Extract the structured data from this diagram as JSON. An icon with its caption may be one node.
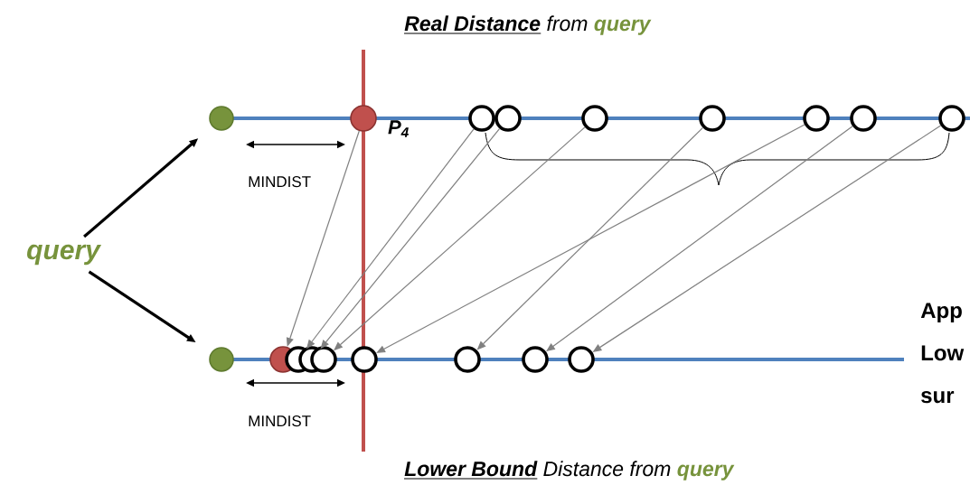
{
  "diagram": {
    "nodes": [
      {
        "text": [
          "query"
        ]
      },
      {
        "text": [],
        "shape": "circle"
      },
      {
        "text": [],
        "shape": "circle",
        "beside": [
          "P$_{4}$"
        ]
      },
      {
        "text": [],
        "shape": "circle"
      },
      {
        "text": [],
        "shape": "circle"
      },
      {
        "text": [],
        "shape": "circle"
      },
      {
        "text": [],
        "shape": "circle"
      },
      {
        "text": [],
        "shape": "circle"
      },
      {
        "text": [],
        "shape": "circle"
      },
      {
        "text": [],
        "shape": "circle"
      },
      {
        "text": [],
        "shape": "circle"
      },
      {
        "text": [],
        "shape": "circle"
      },
      {
        "text": [],
        "shape": "circle"
      },
      {
        "text": [],
        "shape": "circle"
      },
      {
        "text": [],
        "shape": "circle"
      },
      {
        "text": [],
        "shape": "circle"
      },
      {
        "text": [],
        "shape": "circle"
      },
      {
        "text": [],
        "shape": "circle"
      },
      {
        "text": [],
        "shape": "circle"
      }
    ],
    "edges": [
      {
        "from": 0,
        "to": 1,
        "arrow": "to",
        "style": "thick",
        "color": "#000000"
      },
      {
        "from": 0,
        "to": 10,
        "arrow": "to",
        "style": "thick",
        "color": "#000000"
      },
      {
        "from": 2,
        "to": 11,
        "arrow": "to"
      },
      {
        "from": 3,
        "to": 12,
        "arrow": "to"
      },
      {
        "from": 4,
        "to": 13,
        "arrow": "to"
      },
      {
        "from": 5,
        "to": 14,
        "arrow": "to"
      },
      {
        "from": 6,
        "to": 16,
        "arrow": "to"
      },
      {
        "from": 7,
        "to": 15,
        "arrow": "to"
      },
      {
        "from": 8,
        "to": 17,
        "arrow": "to"
      },
      {
        "from": 9,
        "to": 18,
        "arrow": "to"
      }
    ],
    "labels": [
      "Real Distance",
      "from",
      "query",
      "MINDIST",
      "App",
      "Low",
      "sur",
      "MINDIST",
      "Lower Bound",
      "Distance from",
      "query"
    ]
  }
}
